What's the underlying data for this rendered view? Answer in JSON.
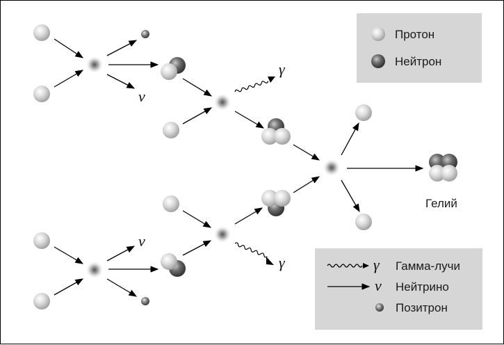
{
  "legend_top": {
    "proton": "Протон",
    "neutron": "Нейтрон"
  },
  "legend_bottom": {
    "gamma_symbol": "γ",
    "gamma": "Гамма-лучи",
    "neutrino_symbol": "ν",
    "neutrino": "Нейтрино",
    "positron": "Позитрон"
  },
  "labels": {
    "helium": "Гелий",
    "gamma": "γ",
    "neutrino": "ν"
  },
  "colors": {
    "proton": "#d8d8d8",
    "neutron": "#5a5a5a",
    "legend_bg": "#d6d6d6"
  }
}
